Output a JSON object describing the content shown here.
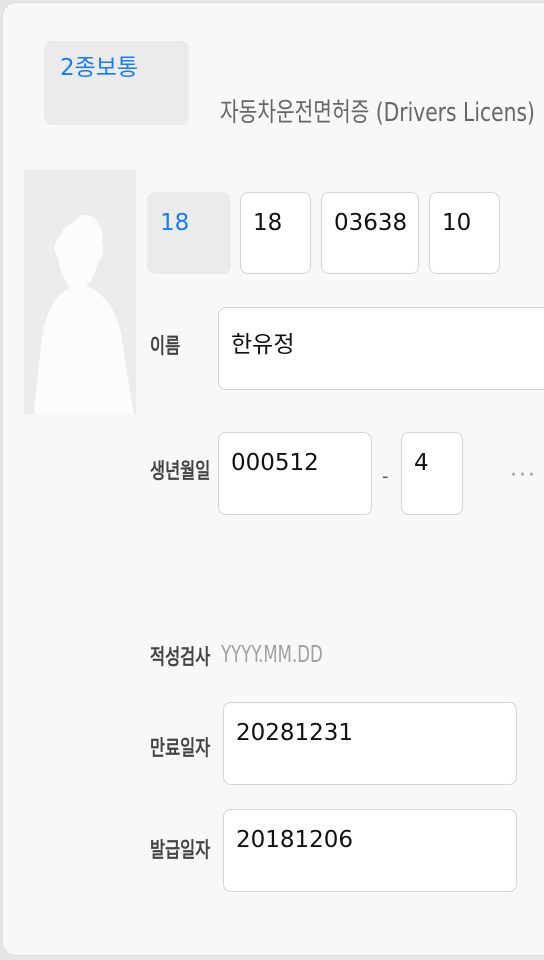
{
  "license": {
    "class": "2종보통",
    "title": "자동차운전면허증 (Drivers Licens)",
    "number": [
      "18",
      "18",
      "03638",
      "10"
    ]
  },
  "fields": {
    "name_label": "이름",
    "name_value": "한유정",
    "birth_label": "생년월일",
    "birth_front": "000512",
    "birth_separator": "-",
    "birth_back": "4",
    "more": "···",
    "aptitude_label": "적성검사",
    "aptitude_placeholder": "YYYY.MM.DD",
    "expiry_label": "만료일자",
    "expiry_value": "20281231",
    "issue_label": "발급일자",
    "issue_value": "20181206"
  },
  "colors": {
    "accent": "#1a7cf0",
    "field_bg": "#ebebeb"
  },
  "icons": {
    "photo": "person-silhouette-icon"
  }
}
